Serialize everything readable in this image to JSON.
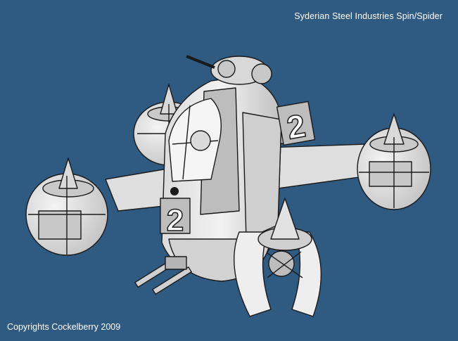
{
  "caption": {
    "title": "Syderian Steel Industries Spin/Spider",
    "copyright": "Copyrights Cockelberry 2009"
  },
  "decal": {
    "number": "2"
  },
  "colors": {
    "background": "#2f5a82",
    "hull_light": "#efefef",
    "hull_mid": "#c8c8c8",
    "hull_dark": "#8f8f8f",
    "outline": "#1a1a1a",
    "caption_text": "#ffffff"
  }
}
